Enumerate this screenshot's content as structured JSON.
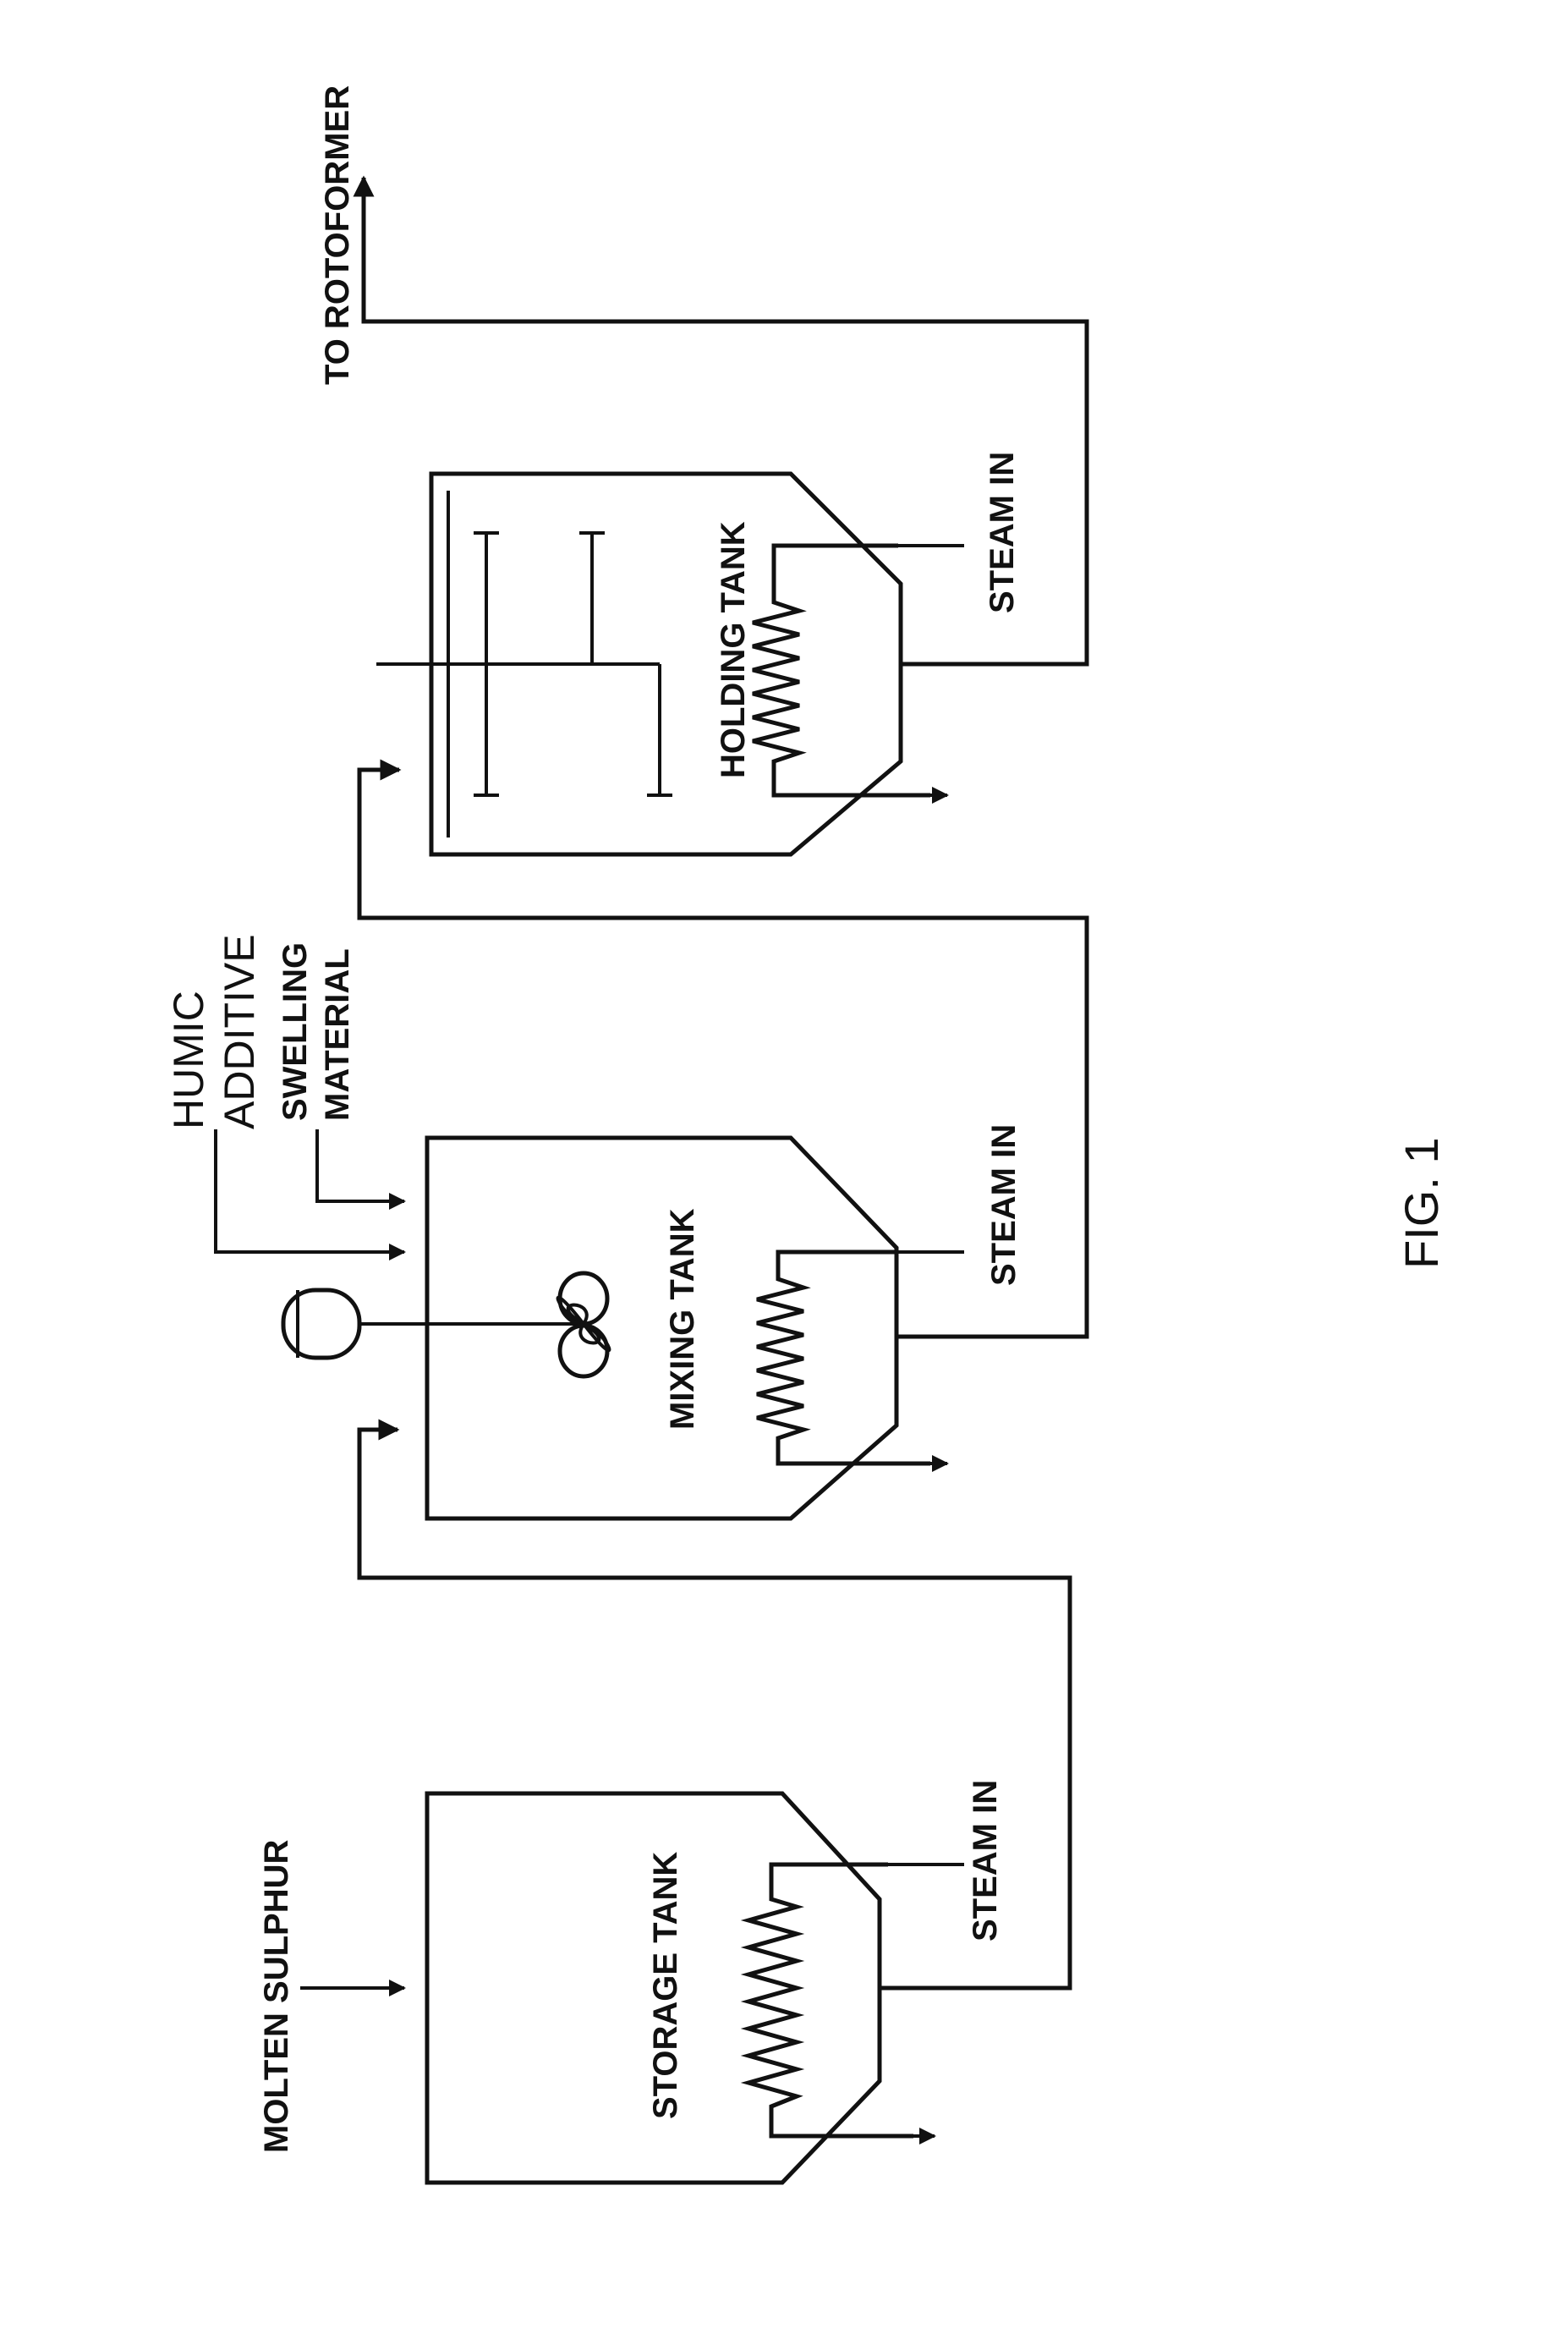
{
  "labels": {
    "to_rotoformer": "TO ROTOFORMER",
    "holding_tank": "HOLDING TANK",
    "steam_in_holding": "STEAM IN",
    "humic_additive_line1": "HUMIC",
    "humic_additive_line2": "ADDITIVE",
    "swelling_material_line1": "SWELLING",
    "swelling_material_line2": "MATERIAL",
    "mixing_tank": "MIXING TANK",
    "steam_in_mixing": "STEAM IN",
    "molten_sulphur": "MOLTEN SULPHUR",
    "storage_tank": "STORAGE TANK",
    "steam_in_storage": "STEAM IN",
    "figure_caption": "FIG. 1"
  }
}
